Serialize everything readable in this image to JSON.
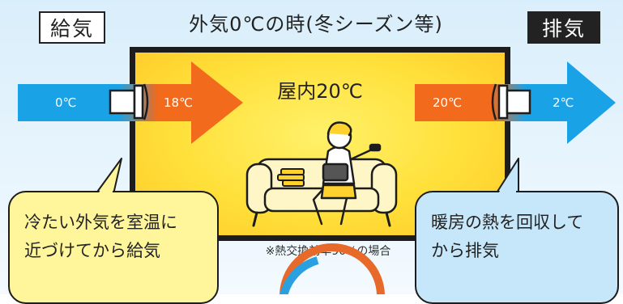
{
  "title": "外気0℃の時(冬シーズン等)",
  "intake_label": "給気",
  "exhaust_label": "排気",
  "room_label": "屋内20℃",
  "temps": {
    "outside_in": "0℃",
    "supply": "18℃",
    "room_out": "20℃",
    "exhaust_out": "2℃"
  },
  "bubbles": {
    "left_line1": "冷たい外気を室温に",
    "left_line2": "近づけてから給気",
    "right_line1": "暖房の熱を回収して",
    "right_line2": "から排気"
  },
  "note": "※熱交換効率90%の場合",
  "colors": {
    "cold": "#1aa2e6",
    "warm": "#f26a1b",
    "room": "#ffe03a",
    "bubble_left": "#fff59a",
    "bubble_right": "#c6e6fa"
  }
}
